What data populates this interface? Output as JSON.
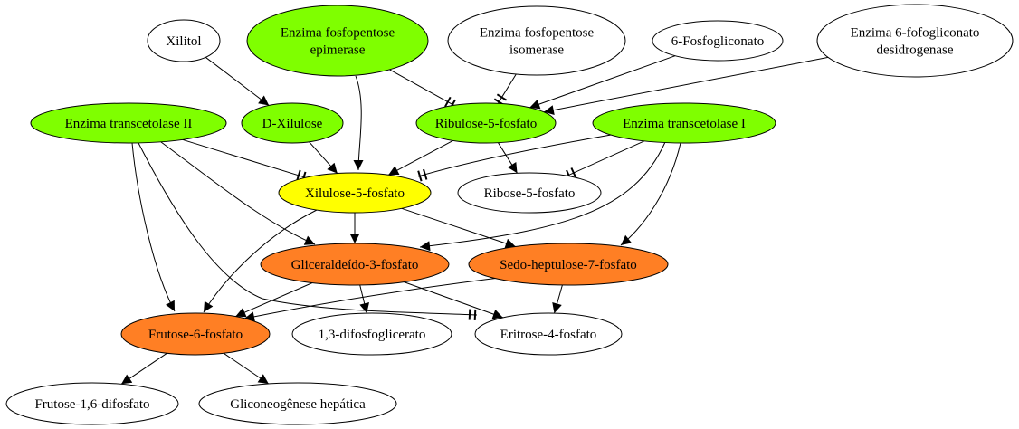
{
  "colors": {
    "green": "#7FFF00",
    "yellow": "#FFFF00",
    "orange": "#FF7F24",
    "white": "#FFFFFF",
    "stroke": "#000000"
  },
  "nodes": [
    {
      "id": "xilitol",
      "lines": [
        "Xilitol"
      ],
      "fill": "white"
    },
    {
      "id": "epimerase",
      "lines": [
        "Enzima fosfopentose",
        "epimerase"
      ],
      "fill": "green"
    },
    {
      "id": "isomerase",
      "lines": [
        "Enzima fosfopentose",
        "isomerase"
      ],
      "fill": "white"
    },
    {
      "id": "fosfogliconato6",
      "lines": [
        "6-Fosfogliconato"
      ],
      "fill": "white"
    },
    {
      "id": "desidrogenase",
      "lines": [
        "Enzima 6-fofogliconato",
        "desidrogenase"
      ],
      "fill": "white"
    },
    {
      "id": "transcetolase2",
      "lines": [
        "Enzima transcetolase II"
      ],
      "fill": "green"
    },
    {
      "id": "dxilulose",
      "lines": [
        "D-Xilulose"
      ],
      "fill": "green"
    },
    {
      "id": "ribulose5p",
      "lines": [
        "Ribulose-5-fosfato"
      ],
      "fill": "green"
    },
    {
      "id": "transcetolase1",
      "lines": [
        "Enzima transcetolase I"
      ],
      "fill": "green"
    },
    {
      "id": "xilulose5p",
      "lines": [
        "Xilulose-5-fosfato"
      ],
      "fill": "yellow"
    },
    {
      "id": "ribose5p",
      "lines": [
        "Ribose-5-fosfato"
      ],
      "fill": "white"
    },
    {
      "id": "gliceraldeido3p",
      "lines": [
        "Gliceraldeído-3-fosfato"
      ],
      "fill": "orange"
    },
    {
      "id": "sedoheptulose7p",
      "lines": [
        "Sedo-heptulose-7-fosfato"
      ],
      "fill": "orange"
    },
    {
      "id": "frutose6p",
      "lines": [
        "Frutose-6-fosfato"
      ],
      "fill": "orange"
    },
    {
      "id": "difosfoglicerato",
      "lines": [
        "1,3-difosfoglicerato"
      ],
      "fill": "white"
    },
    {
      "id": "eritrose4p",
      "lines": [
        "Eritrose-4-fosfato"
      ],
      "fill": "white"
    },
    {
      "id": "frutose16dp",
      "lines": [
        "Frutose-1,6-difosfato"
      ],
      "fill": "white"
    },
    {
      "id": "gliconeogenese",
      "lines": [
        "Gliconeogênese hepática"
      ],
      "fill": "white"
    }
  ],
  "edges": [
    {
      "from": "xilitol",
      "to": "dxilulose",
      "type": "activates"
    },
    {
      "from": "epimerase",
      "to": "xilulose5p",
      "type": "activates"
    },
    {
      "from": "epimerase",
      "to": "ribulose5p",
      "type": "inhibits"
    },
    {
      "from": "isomerase",
      "to": "ribulose5p",
      "type": "inhibits"
    },
    {
      "from": "fosfogliconato6",
      "to": "ribulose5p",
      "type": "activates"
    },
    {
      "from": "desidrogenase",
      "to": "ribulose5p",
      "type": "activates"
    },
    {
      "from": "transcetolase2",
      "to": "xilulose5p",
      "type": "inhibits"
    },
    {
      "from": "transcetolase2",
      "to": "gliceraldeido3p",
      "type": "activates"
    },
    {
      "from": "transcetolase2",
      "to": "frutose6p",
      "type": "activates"
    },
    {
      "from": "transcetolase2",
      "to": "eritrose4p",
      "type": "inhibits"
    },
    {
      "from": "dxilulose",
      "to": "xilulose5p",
      "type": "activates"
    },
    {
      "from": "ribulose5p",
      "to": "xilulose5p",
      "type": "activates"
    },
    {
      "from": "ribulose5p",
      "to": "ribose5p",
      "type": "activates"
    },
    {
      "from": "transcetolase1",
      "to": "xilulose5p",
      "type": "inhibits"
    },
    {
      "from": "transcetolase1",
      "to": "ribose5p",
      "type": "inhibits"
    },
    {
      "from": "transcetolase1",
      "to": "gliceraldeido3p",
      "type": "activates"
    },
    {
      "from": "transcetolase1",
      "to": "sedoheptulose7p",
      "type": "activates"
    },
    {
      "from": "xilulose5p",
      "to": "gliceraldeido3p",
      "type": "activates"
    },
    {
      "from": "xilulose5p",
      "to": "sedoheptulose7p",
      "type": "activates"
    },
    {
      "from": "xilulose5p",
      "to": "frutose6p",
      "type": "activates"
    },
    {
      "from": "gliceraldeido3p",
      "to": "frutose6p",
      "type": "activates"
    },
    {
      "from": "gliceraldeido3p",
      "to": "difosfoglicerato",
      "type": "activates"
    },
    {
      "from": "gliceraldeido3p",
      "to": "eritrose4p",
      "type": "activates"
    },
    {
      "from": "sedoheptulose7p",
      "to": "frutose6p",
      "type": "activates"
    },
    {
      "from": "sedoheptulose7p",
      "to": "eritrose4p",
      "type": "activates"
    },
    {
      "from": "frutose6p",
      "to": "frutose16dp",
      "type": "activates"
    },
    {
      "from": "frutose6p",
      "to": "gliconeogenese",
      "type": "activates"
    }
  ]
}
